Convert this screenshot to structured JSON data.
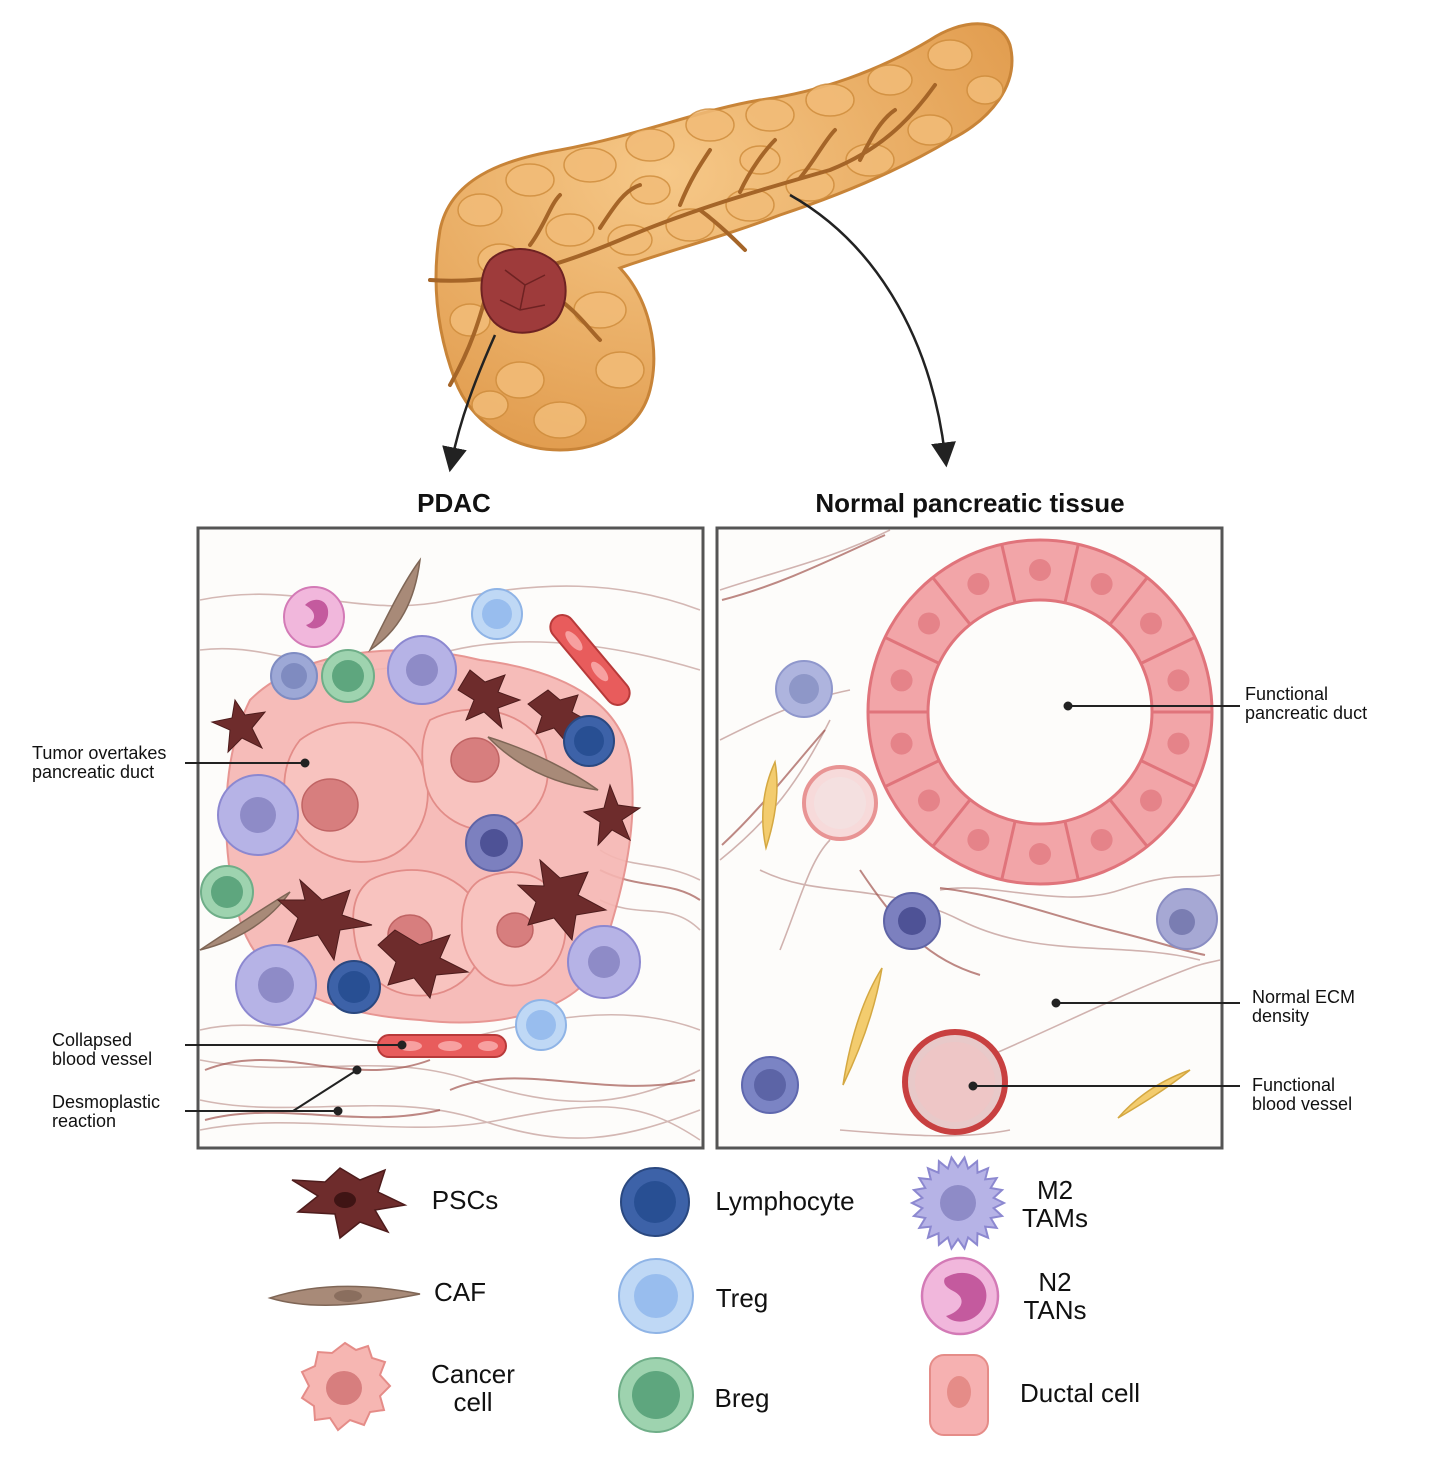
{
  "titles": {
    "left": "PDAC",
    "right": "Normal pancreatic tissue"
  },
  "annotations": {
    "tumor": [
      "Tumor overtakes",
      "pancreatic duct"
    ],
    "collapsed": [
      "Collapsed",
      "blood vessel"
    ],
    "desmo": [
      "Desmoplastic",
      "reaction"
    ],
    "duct": [
      "Functional",
      "pancreatic duct"
    ],
    "ecm": [
      "Normal ECM",
      "density"
    ],
    "vessel": [
      "Functional",
      "blood vessel"
    ]
  },
  "legend": [
    {
      "id": "pscs",
      "label": [
        "PSCs"
      ]
    },
    {
      "id": "caf",
      "label": [
        "CAF"
      ]
    },
    {
      "id": "cancer",
      "label": [
        "Cancer",
        "cell"
      ]
    },
    {
      "id": "lymph",
      "label": [
        "Lymphocyte"
      ]
    },
    {
      "id": "treg",
      "label": [
        "Treg"
      ]
    },
    {
      "id": "breg",
      "label": [
        "Breg"
      ]
    },
    {
      "id": "m2",
      "label": [
        "M2",
        "TAMs"
      ]
    },
    {
      "id": "n2",
      "label": [
        "N2",
        "TANs"
      ]
    },
    {
      "id": "ductal",
      "label": [
        "Ductal cell"
      ]
    }
  ],
  "colors": {
    "pancreas": "#E5A558",
    "tumor": "#9E3B3B",
    "psc": "#6E2C2C",
    "caf": "#A88A78",
    "cancer": "#F3A8A8",
    "lymphocyte": "#3D62A8",
    "treg": "#A9C8F0",
    "breg": "#7CC096",
    "m2": "#A9A6DD",
    "n2": "#D37AB6",
    "ductal": "#EE8E94",
    "vessel": "#D94B4B"
  }
}
